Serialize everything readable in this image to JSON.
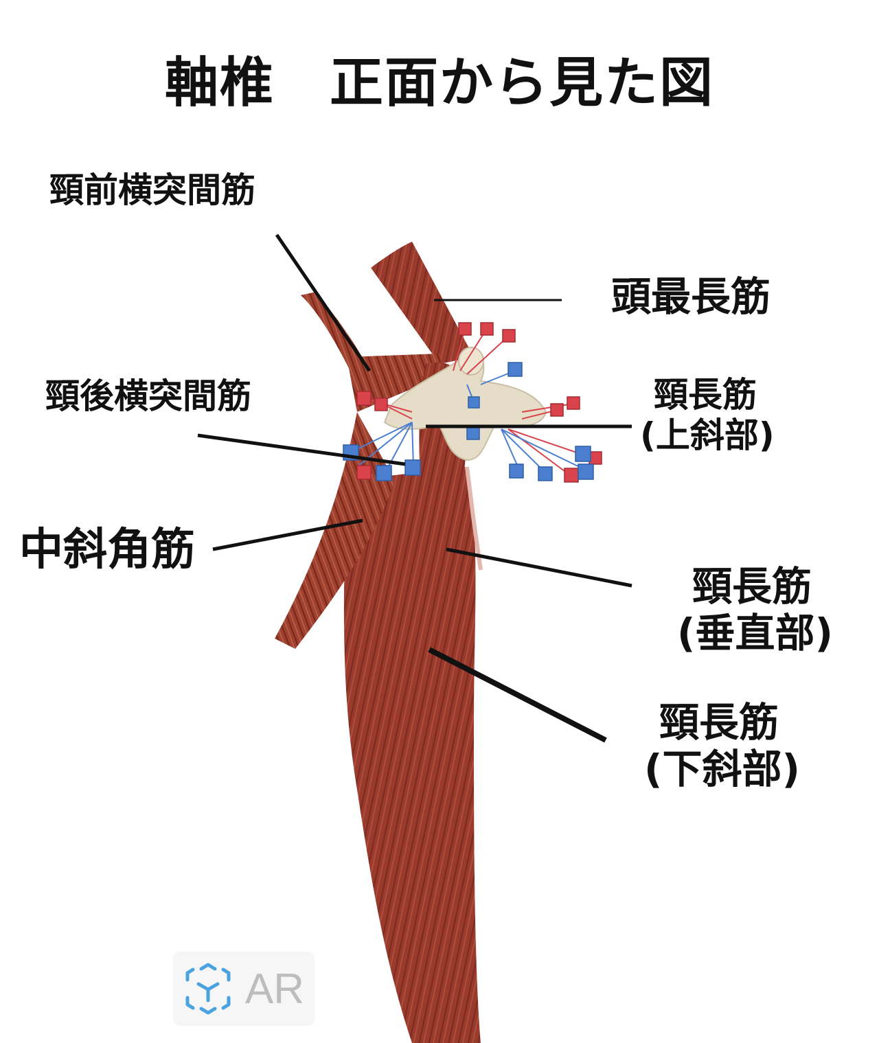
{
  "title": "軸椎　正面から見た図",
  "labels": {
    "anterior_intertransverse": "頸前横突間筋",
    "longissimus_capitis": "頭最長筋",
    "posterior_intertransverse": "頸後横突間筋",
    "longus_colli_superior": [
      "頸長筋",
      "(上斜部)"
    ],
    "scalenus_medius": "中斜角筋",
    "longus_colli_vertical": [
      "頸長筋",
      "(垂直部)"
    ],
    "longus_colli_inferior": [
      "頸長筋",
      "(下斜部)"
    ]
  },
  "ar_badge": {
    "label": "AR",
    "icon": "ar-cube-icon"
  },
  "colors": {
    "muscle": "#9a3a2c",
    "muscle_dark": "#6e2219",
    "muscle_light": "#c06a58",
    "bone": "#e8e0cc",
    "origin_marker": "#d8434c",
    "insertion_marker": "#4a7fd0",
    "leader_line": "#111111",
    "ar_icon": "#4aa3e0"
  }
}
